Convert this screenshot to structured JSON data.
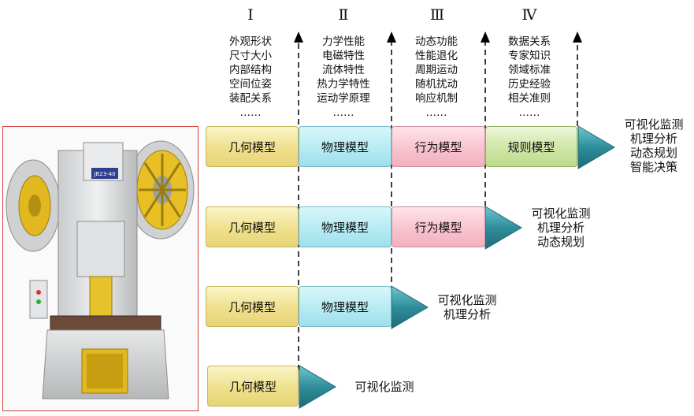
{
  "stages": [
    "Ⅰ",
    "Ⅱ",
    "Ⅲ",
    "Ⅳ"
  ],
  "stage_descriptions": [
    [
      "外观形状",
      "尺寸大小",
      "内部结构",
      "空间位姿",
      "装配关系",
      "……"
    ],
    [
      "力学性能",
      "电磁特性",
      "流体特性",
      "热力学特性",
      "运动学原理",
      "……"
    ],
    [
      "动态功能",
      "性能退化",
      "周期运动",
      "随机扰动",
      "响应机制",
      "……"
    ],
    [
      "数据关系",
      "专家知识",
      "领域标准",
      "历史经验",
      "相关准则",
      "……"
    ]
  ],
  "models": {
    "geometry": "几何模型",
    "physics": "物理模型",
    "behavior": "行为模型",
    "rule": "规则模型"
  },
  "rows": [
    {
      "outputs": [
        "可视化监测",
        "机理分析",
        "动态规划",
        "智能决策"
      ]
    },
    {
      "outputs": [
        "可视化监测",
        "机理分析",
        "动态规划"
      ]
    },
    {
      "outputs": [
        "可视化监测",
        "机理分析"
      ]
    },
    {
      "outputs": [
        "可视化监测"
      ]
    }
  ],
  "colors": {
    "geometry": "#efe08d",
    "physics": "#b6ebf4",
    "behavior": "#f8c3cf",
    "rule": "#cfe6a6",
    "arrow_head": "#2f8e9a",
    "photo_frame": "#d24040"
  },
  "machine_panel_text": "JB23-40"
}
